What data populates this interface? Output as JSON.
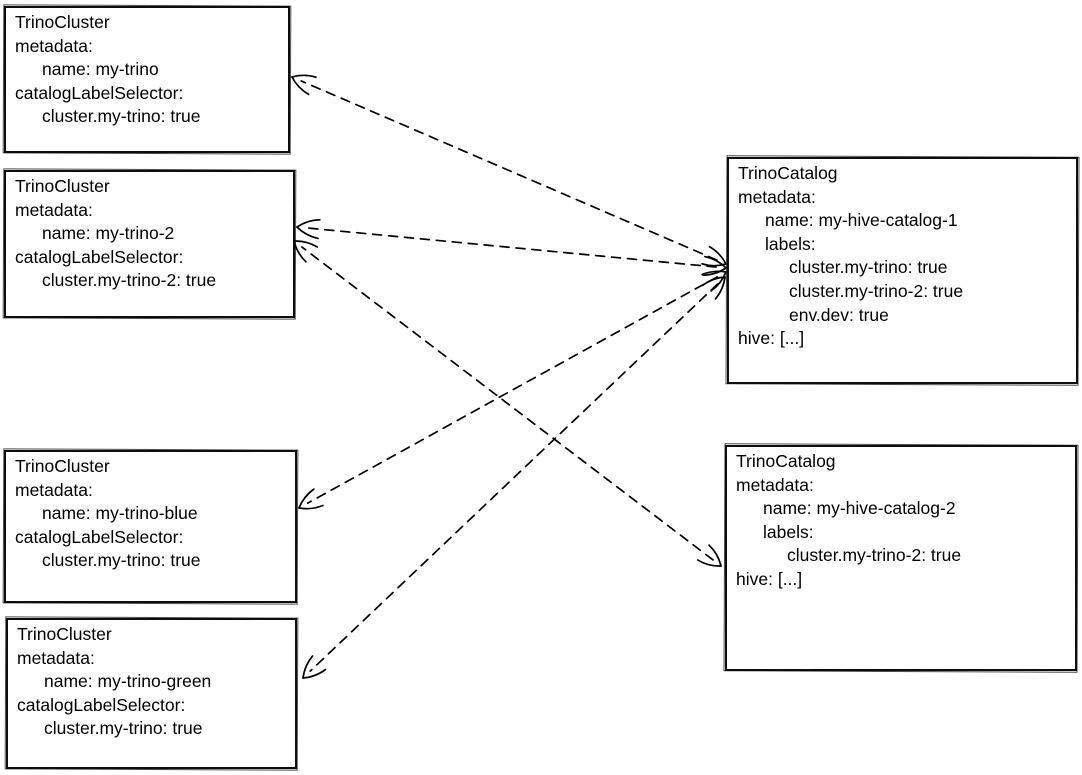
{
  "diagram": {
    "colors": {
      "stroke": "#000000",
      "background": "#ffffff",
      "text": "#000000"
    },
    "boxes": [
      {
        "id": "my-trino",
        "kind": "TrinoCluster",
        "lines": [
          {
            "text": "TrinoCluster",
            "indent": 0
          },
          {
            "text": "metadata:",
            "indent": 0
          },
          {
            "text": "name: my-trino",
            "indent": 1
          },
          {
            "text": "catalogLabelSelector:",
            "indent": 0
          },
          {
            "text": "cluster.my-trino: true",
            "indent": 1
          }
        ]
      },
      {
        "id": "my-trino-2",
        "kind": "TrinoCluster",
        "lines": [
          {
            "text": "TrinoCluster",
            "indent": 0
          },
          {
            "text": "metadata:",
            "indent": 0
          },
          {
            "text": "name: my-trino-2",
            "indent": 1
          },
          {
            "text": "catalogLabelSelector:",
            "indent": 0
          },
          {
            "text": "cluster.my-trino-2: true",
            "indent": 1
          }
        ]
      },
      {
        "id": "my-trino-blue",
        "kind": "TrinoCluster",
        "lines": [
          {
            "text": "TrinoCluster",
            "indent": 0
          },
          {
            "text": "metadata:",
            "indent": 0
          },
          {
            "text": "name: my-trino-blue",
            "indent": 1
          },
          {
            "text": "catalogLabelSelector:",
            "indent": 0
          },
          {
            "text": "cluster.my-trino: true",
            "indent": 1
          }
        ]
      },
      {
        "id": "my-trino-green",
        "kind": "TrinoCluster",
        "lines": [
          {
            "text": "TrinoCluster",
            "indent": 0
          },
          {
            "text": "metadata:",
            "indent": 0
          },
          {
            "text": "name: my-trino-green",
            "indent": 1
          },
          {
            "text": "catalogLabelSelector:",
            "indent": 0
          },
          {
            "text": "cluster.my-trino: true",
            "indent": 1
          }
        ]
      },
      {
        "id": "my-hive-catalog-1",
        "kind": "TrinoCatalog",
        "lines": [
          {
            "text": "TrinoCatalog",
            "indent": 0
          },
          {
            "text": "metadata:",
            "indent": 0
          },
          {
            "text": "name: my-hive-catalog-1",
            "indent": 1
          },
          {
            "text": "labels:",
            "indent": 1
          },
          {
            "text": "cluster.my-trino: true",
            "indent": 2
          },
          {
            "text": "cluster.my-trino-2: true",
            "indent": 2
          },
          {
            "text": "env.dev: true",
            "indent": 2
          },
          {
            "text": "hive: [...]",
            "indent": 0
          }
        ]
      },
      {
        "id": "my-hive-catalog-2",
        "kind": "TrinoCatalog",
        "lines": [
          {
            "text": "TrinoCatalog",
            "indent": 0
          },
          {
            "text": "metadata:",
            "indent": 0
          },
          {
            "text": "name: my-hive-catalog-2",
            "indent": 1
          },
          {
            "text": "labels:",
            "indent": 1
          },
          {
            "text": "cluster.my-trino-2: true",
            "indent": 2
          },
          {
            "text": "hive: [...]",
            "indent": 0
          }
        ]
      }
    ],
    "edges": [
      {
        "from": "my-hive-catalog-1",
        "to": "my-trino",
        "style": "dashed",
        "arrowheads": "both"
      },
      {
        "from": "my-hive-catalog-1",
        "to": "my-trino-2",
        "style": "dashed",
        "arrowheads": "both"
      },
      {
        "from": "my-hive-catalog-1",
        "to": "my-trino-blue",
        "style": "dashed",
        "arrowheads": "both"
      },
      {
        "from": "my-hive-catalog-1",
        "to": "my-trino-green",
        "style": "dashed",
        "arrowheads": "both"
      },
      {
        "from": "my-hive-catalog-2",
        "to": "my-trino-2",
        "style": "dashed",
        "arrowheads": "both"
      }
    ]
  }
}
